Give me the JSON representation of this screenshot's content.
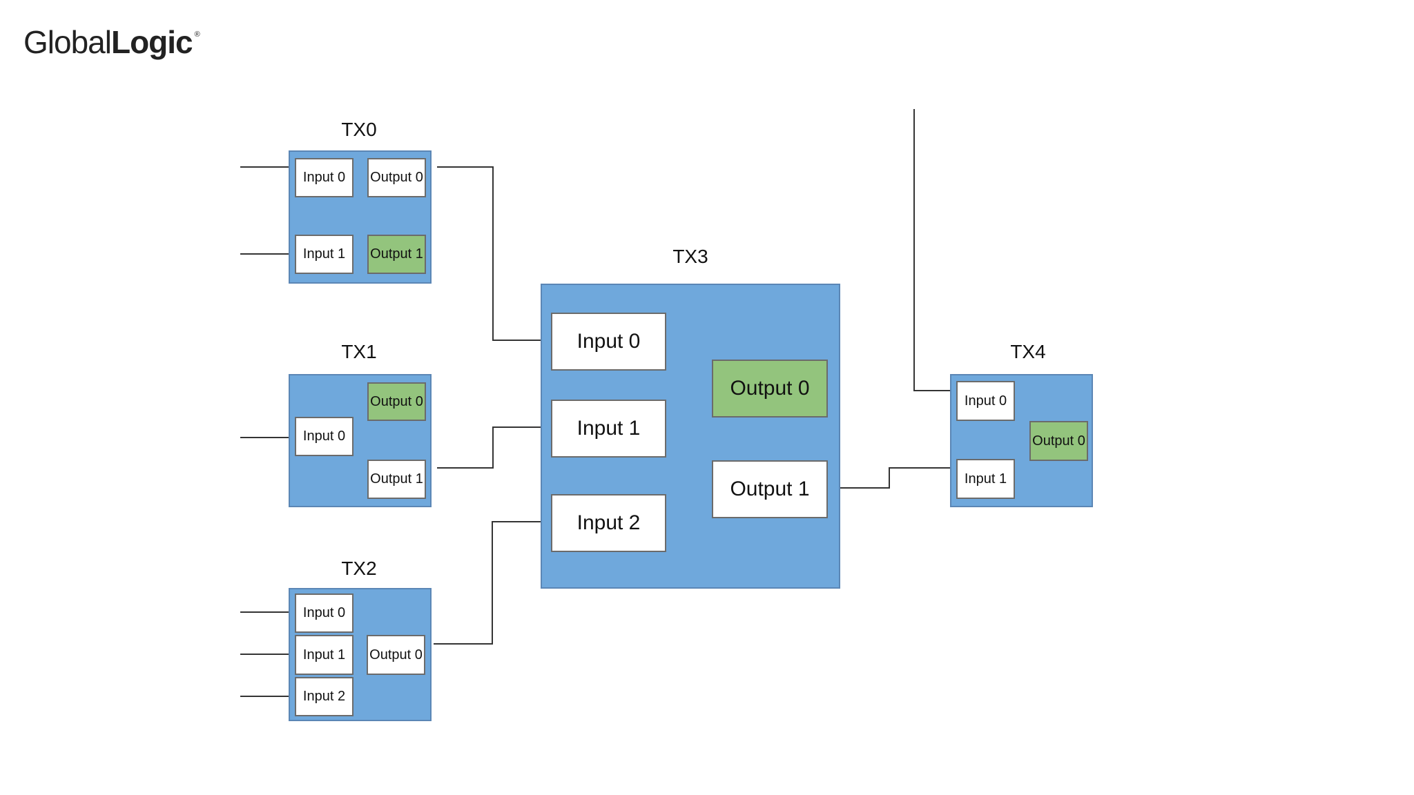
{
  "logo": {
    "light": "Global",
    "bold": "Logic",
    "mark": "®"
  },
  "colors": {
    "block_fill": "#6fa8dc",
    "port_fill": "#ffffff",
    "active_port_fill": "#93c47d",
    "wire": "#333333"
  },
  "blocks": {
    "tx0": {
      "title": "TX0",
      "inputs": [
        "Input 0",
        "Input 1"
      ],
      "outputs": [
        "Output 0",
        "Output 1"
      ]
    },
    "tx1": {
      "title": "TX1",
      "inputs": [
        "Input 0"
      ],
      "outputs": [
        "Output 0",
        "Output 1"
      ]
    },
    "tx2": {
      "title": "TX2",
      "inputs": [
        "Input 0",
        "Input 1",
        "Input 2"
      ],
      "outputs": [
        "Output 0"
      ]
    },
    "tx3": {
      "title": "TX3",
      "inputs": [
        "Input 0",
        "Input 1",
        "Input 2"
      ],
      "outputs": [
        "Output 0",
        "Output 1"
      ]
    },
    "tx4": {
      "title": "TX4",
      "inputs": [
        "Input 0",
        "Input 1"
      ],
      "outputs": [
        "Output 0"
      ]
    }
  }
}
